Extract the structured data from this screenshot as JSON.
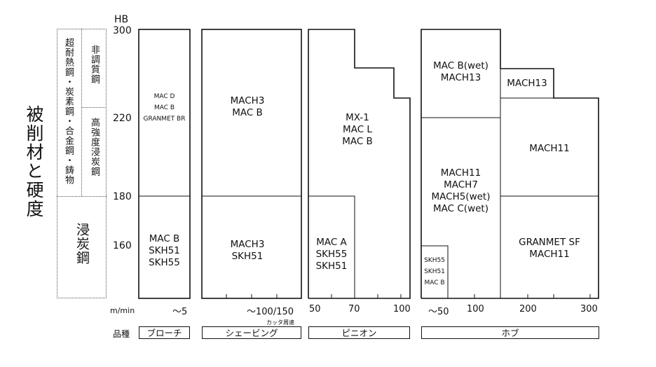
{
  "title": "被削材と硬度",
  "y_axis": {
    "unit": "HB",
    "ticks": [
      "300",
      "220",
      "180",
      "160"
    ]
  },
  "material_groups": {
    "group_a": "超耐熱鋼・炭素鋼・合金鋼・鋳物",
    "group_a_sub1": "非調質鋼",
    "group_a_sub2": "高強度浸炭鋼",
    "group_b": "浸炭鋼"
  },
  "x_axis": {
    "unit": "m/min",
    "ticks": [
      "～5",
      "～100/150",
      "50",
      "70",
      "100",
      "～50",
      "100",
      "200",
      "300"
    ],
    "note": "カッタ周速"
  },
  "product_type_label": "品種",
  "product_types": [
    "ブローチ",
    "シェービング",
    "ピニオン",
    "ホブ"
  ],
  "regions": {
    "broach_upper": "MAC D\nMAC B\nGRANMET BR",
    "broach_lower": "MAC B\nSKH51\nSKH55",
    "shaving_upper": "MACH3\nMAC B",
    "shaving_lower": "MACH3\nSKH51",
    "pinion_upper": "MX-1\nMAC L\nMAC B",
    "pinion_lower": "MAC A\nSKH55\nSKH51",
    "hob_top_left": "MAC B(wet)\nMACH13",
    "hob_top_mid": "MACH13",
    "hob_mid_left": "MACH11\nMACH7\nMACH5(wet)\nMAC C(wet)",
    "hob_mid_right": "MACH11",
    "hob_small": "SKH55\nSKH51\nMAC B",
    "hob_low_right": "GRANMET SF\nMACH11"
  }
}
